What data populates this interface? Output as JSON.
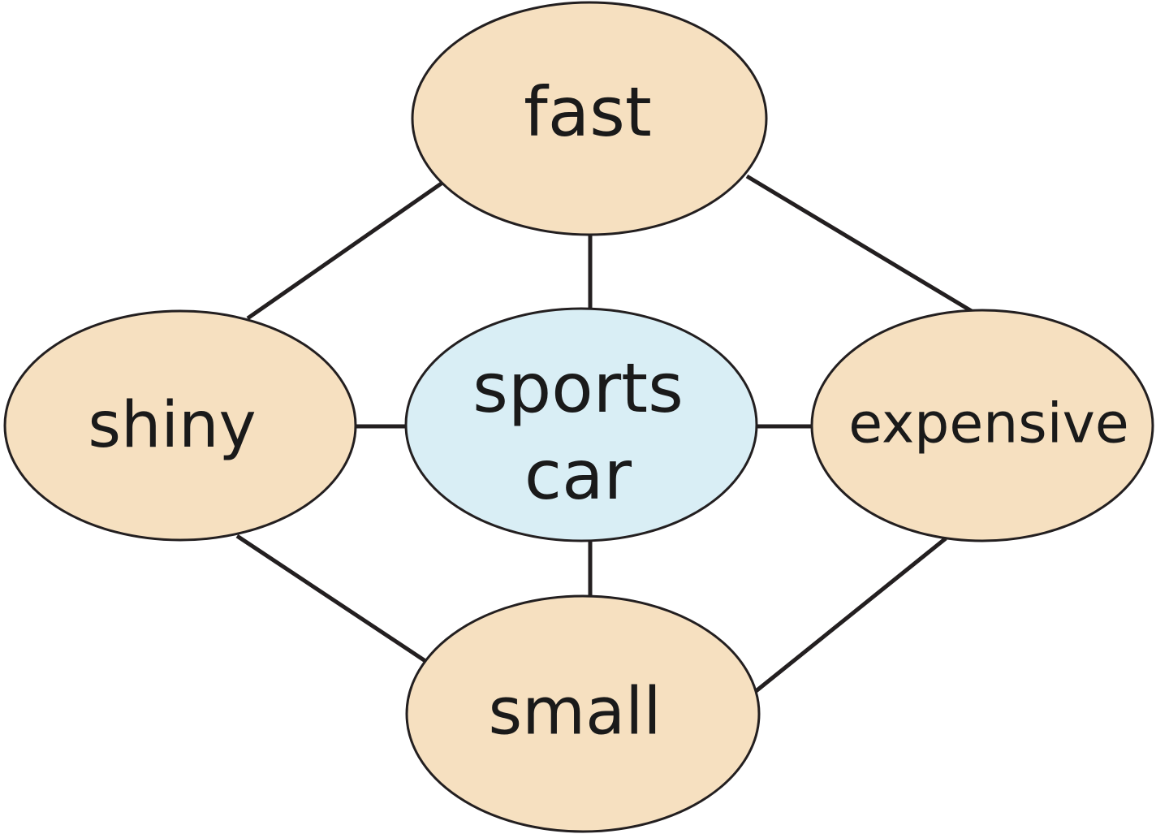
{
  "colors": {
    "peripheral_fill": "#f6e0c0",
    "center_fill": "#d9eef5",
    "outline": "#231f20"
  },
  "nodes": {
    "center": {
      "line1": "sports",
      "line2": "car"
    },
    "top": "fast",
    "left": "shiny",
    "right": "expensive",
    "bottom": "small"
  },
  "edges": [
    [
      "fast",
      "shiny"
    ],
    [
      "fast",
      "expensive"
    ],
    [
      "fast",
      "sports car"
    ],
    [
      "shiny",
      "sports car"
    ],
    [
      "expensive",
      "sports car"
    ],
    [
      "small",
      "sports car"
    ],
    [
      "shiny",
      "small"
    ],
    [
      "expensive",
      "small"
    ]
  ]
}
